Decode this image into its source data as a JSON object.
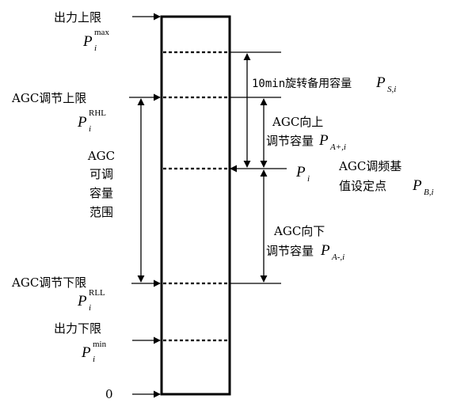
{
  "levels": {
    "pmax": {
      "cn": "出力上限",
      "sym": "P",
      "sub": "i",
      "sup": "max"
    },
    "rhl": {
      "cn": "AGC调节上限",
      "sym": "P",
      "sub": "i",
      "sup": "RHL"
    },
    "rll": {
      "cn": "AGC调节下限",
      "sym": "P",
      "sub": "i",
      "sup": "RLL"
    },
    "pmin": {
      "cn": "出力下限",
      "sym": "P",
      "sub": "i",
      "sup": "min"
    },
    "zero": {
      "cn": "0"
    }
  },
  "range": {
    "line1": "AGC",
    "line2": "可调",
    "line3": "容量",
    "line4": "范围"
  },
  "spinning": {
    "text": "10min旋转备用容量",
    "sym": "P",
    "sub": "S,i"
  },
  "up": {
    "line1": "AGC向上",
    "line2": "调节容量",
    "sym": "P",
    "sub": "A+,i"
  },
  "pi": {
    "sym": "P",
    "sub": "i"
  },
  "base": {
    "line1": "AGC调频基",
    "line2": "值设定点",
    "sym": "P",
    "sub": "B,i"
  },
  "down": {
    "line1": "AGC向下",
    "line2": "调节容量",
    "sym": "P",
    "sub": "A-,i"
  }
}
